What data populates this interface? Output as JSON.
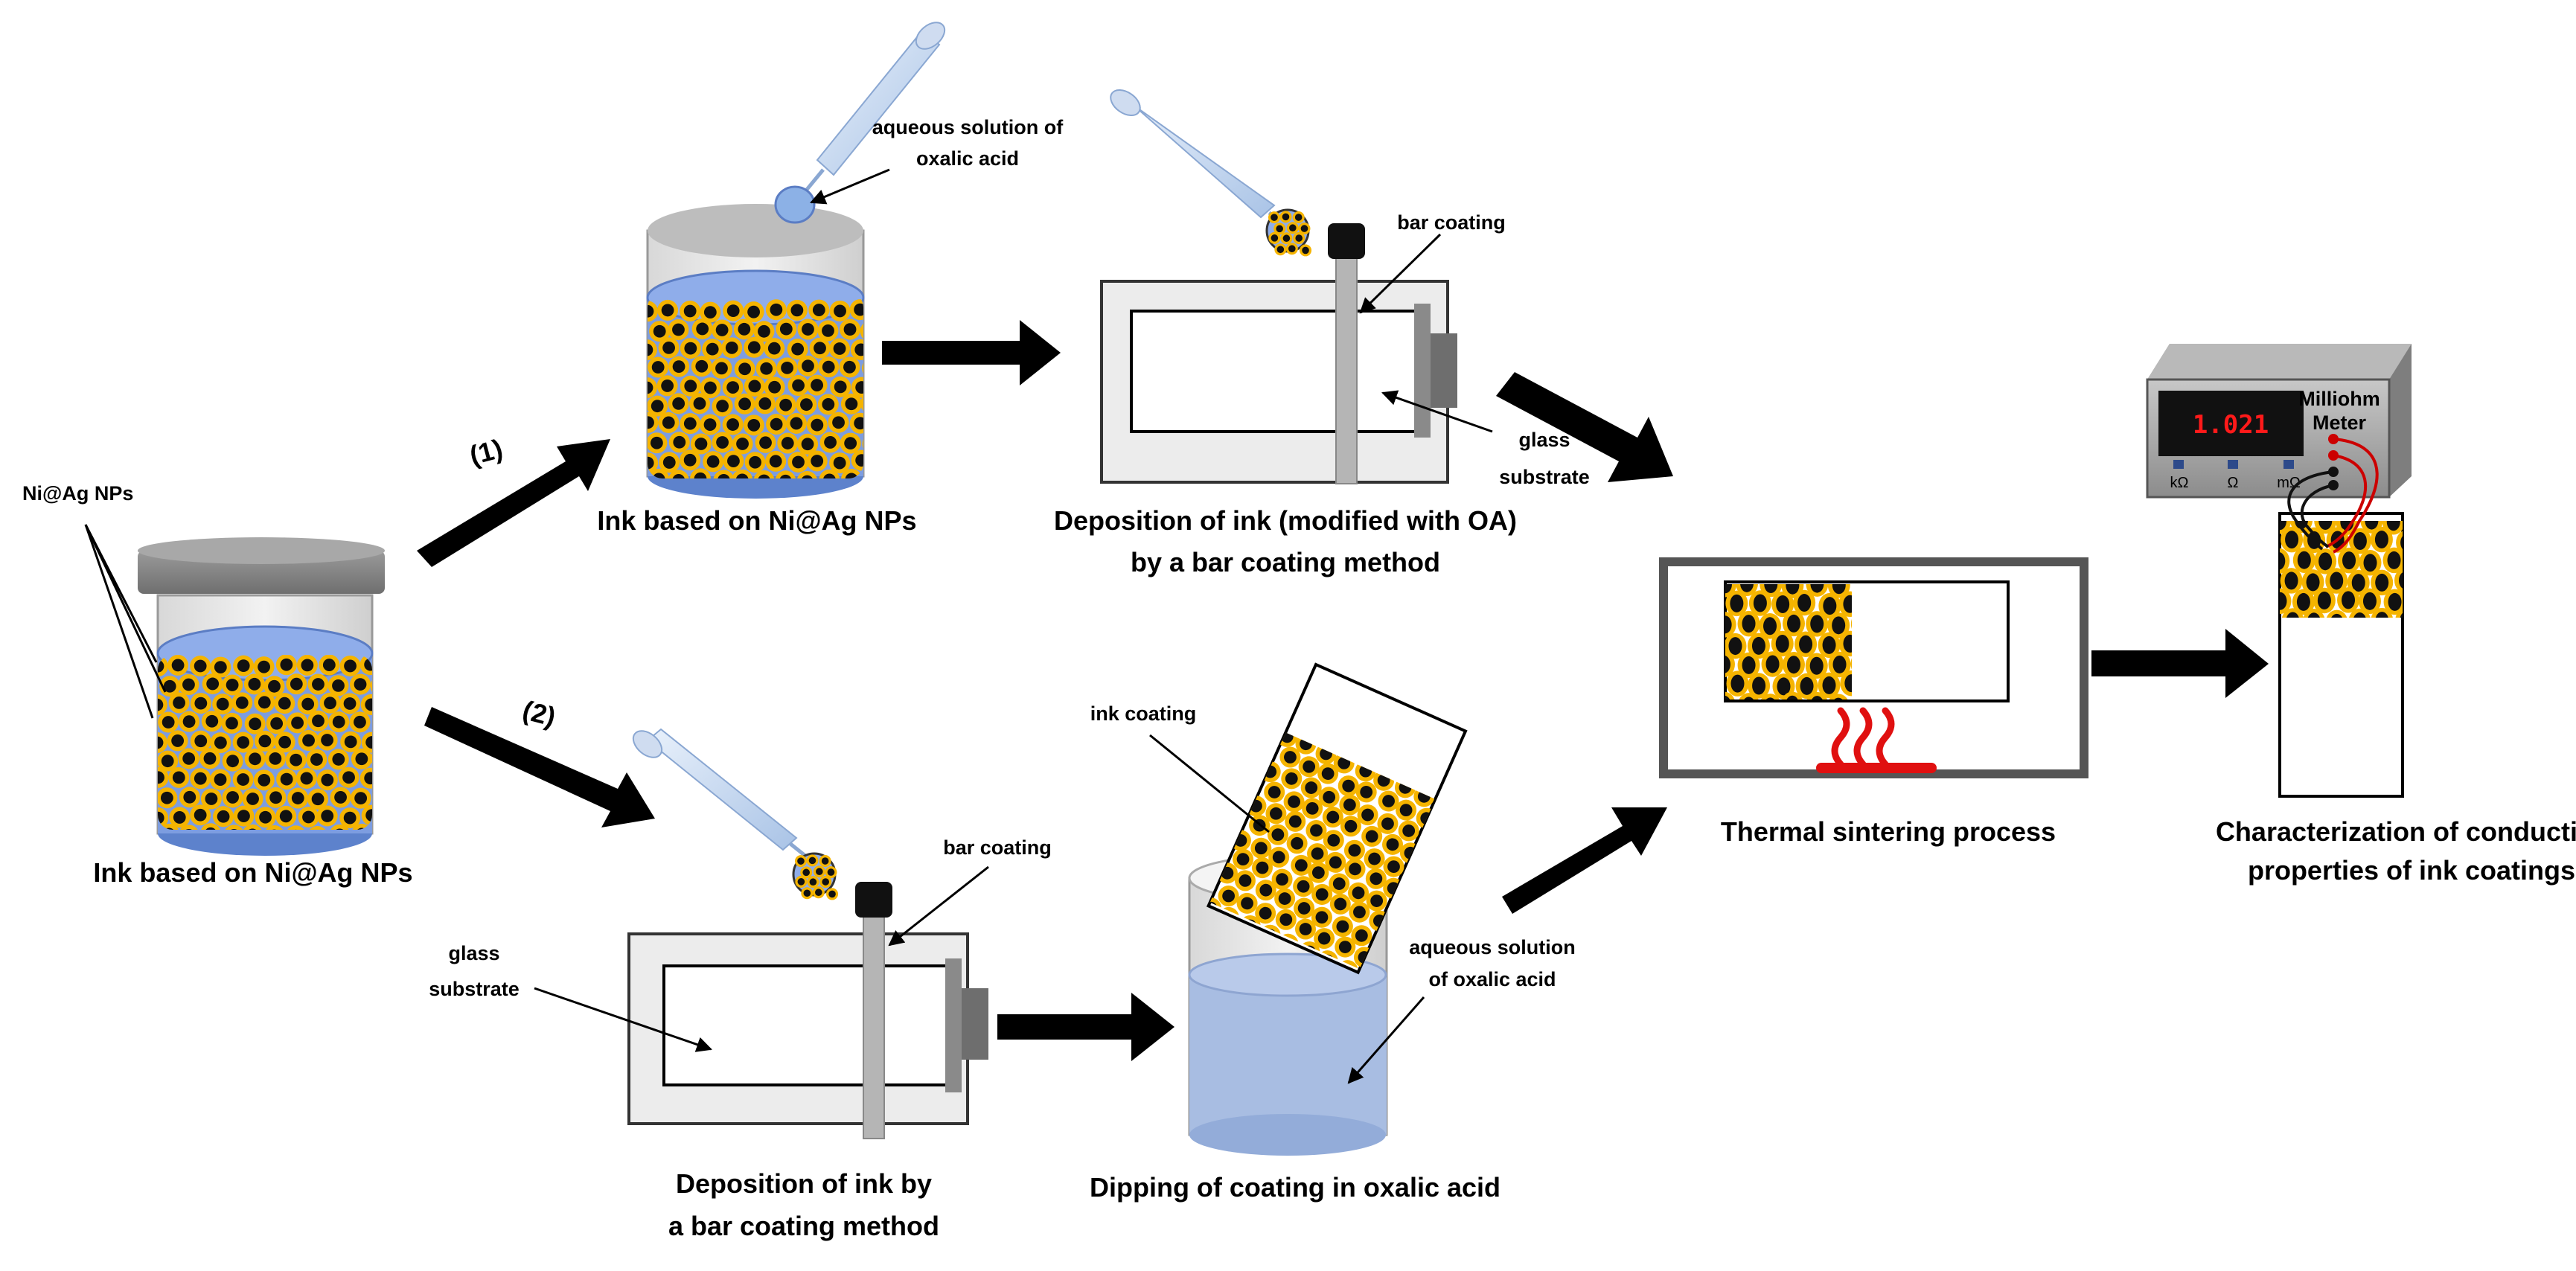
{
  "labels": {
    "ni_ag_nps": "Ni@Ag NPs",
    "ink_left": "Ink based on Ni@Ag NPs",
    "route_1": "(1)",
    "route_2": "(2)",
    "ink_top": "Ink based on Ni@Ag NPs",
    "oxalic_top_line1": "aqueous solution of",
    "oxalic_top_line2": "oxalic acid",
    "bar_coating_top": "bar coating",
    "glass_top_line1": "glass",
    "glass_top_line2": "substrate",
    "deposition_top_line1": "Deposition of ink (modified with OA)",
    "deposition_top_line2": "by a bar coating method",
    "bar_coating_bottom": "bar coating",
    "glass_bottom_line1": "glass",
    "glass_bottom_line2": "substrate",
    "deposition_bottom_line1": "Deposition of ink by",
    "deposition_bottom_line2": "a bar coating method",
    "ink_coating": "ink coating",
    "oxalic_bottom_line1": "aqueous solution",
    "oxalic_bottom_line2": "of oxalic acid",
    "dipping": "Dipping of coating in oxalic acid",
    "thermal": "Thermal sintering process",
    "characterization_line1": "Characterization of conductive",
    "characterization_line2": "properties of ink coatings"
  },
  "meter": {
    "reading": "1.021",
    "name_line1": "Milliohm",
    "name_line2": "Meter",
    "btn_1": "kΩ",
    "btn_2": "Ω",
    "btn_3": "mΩ"
  },
  "colors": {
    "particle_shell": "#f5b400",
    "particle_core": "#111111",
    "solution_blue": "#6f90d8",
    "solution_light": "#9fb8e3",
    "heater_red": "#e01010"
  }
}
